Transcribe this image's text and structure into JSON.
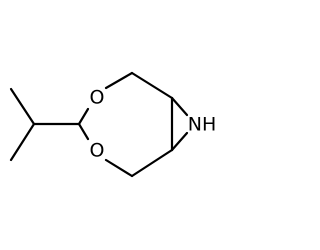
{
  "molecule": {
    "atoms": {
      "o_upper": "O",
      "o_lower": "O",
      "n_aziridine": "NH"
    },
    "colors": {
      "background": "#ffffff",
      "bond": "#000000",
      "label": "#000000"
    }
  }
}
